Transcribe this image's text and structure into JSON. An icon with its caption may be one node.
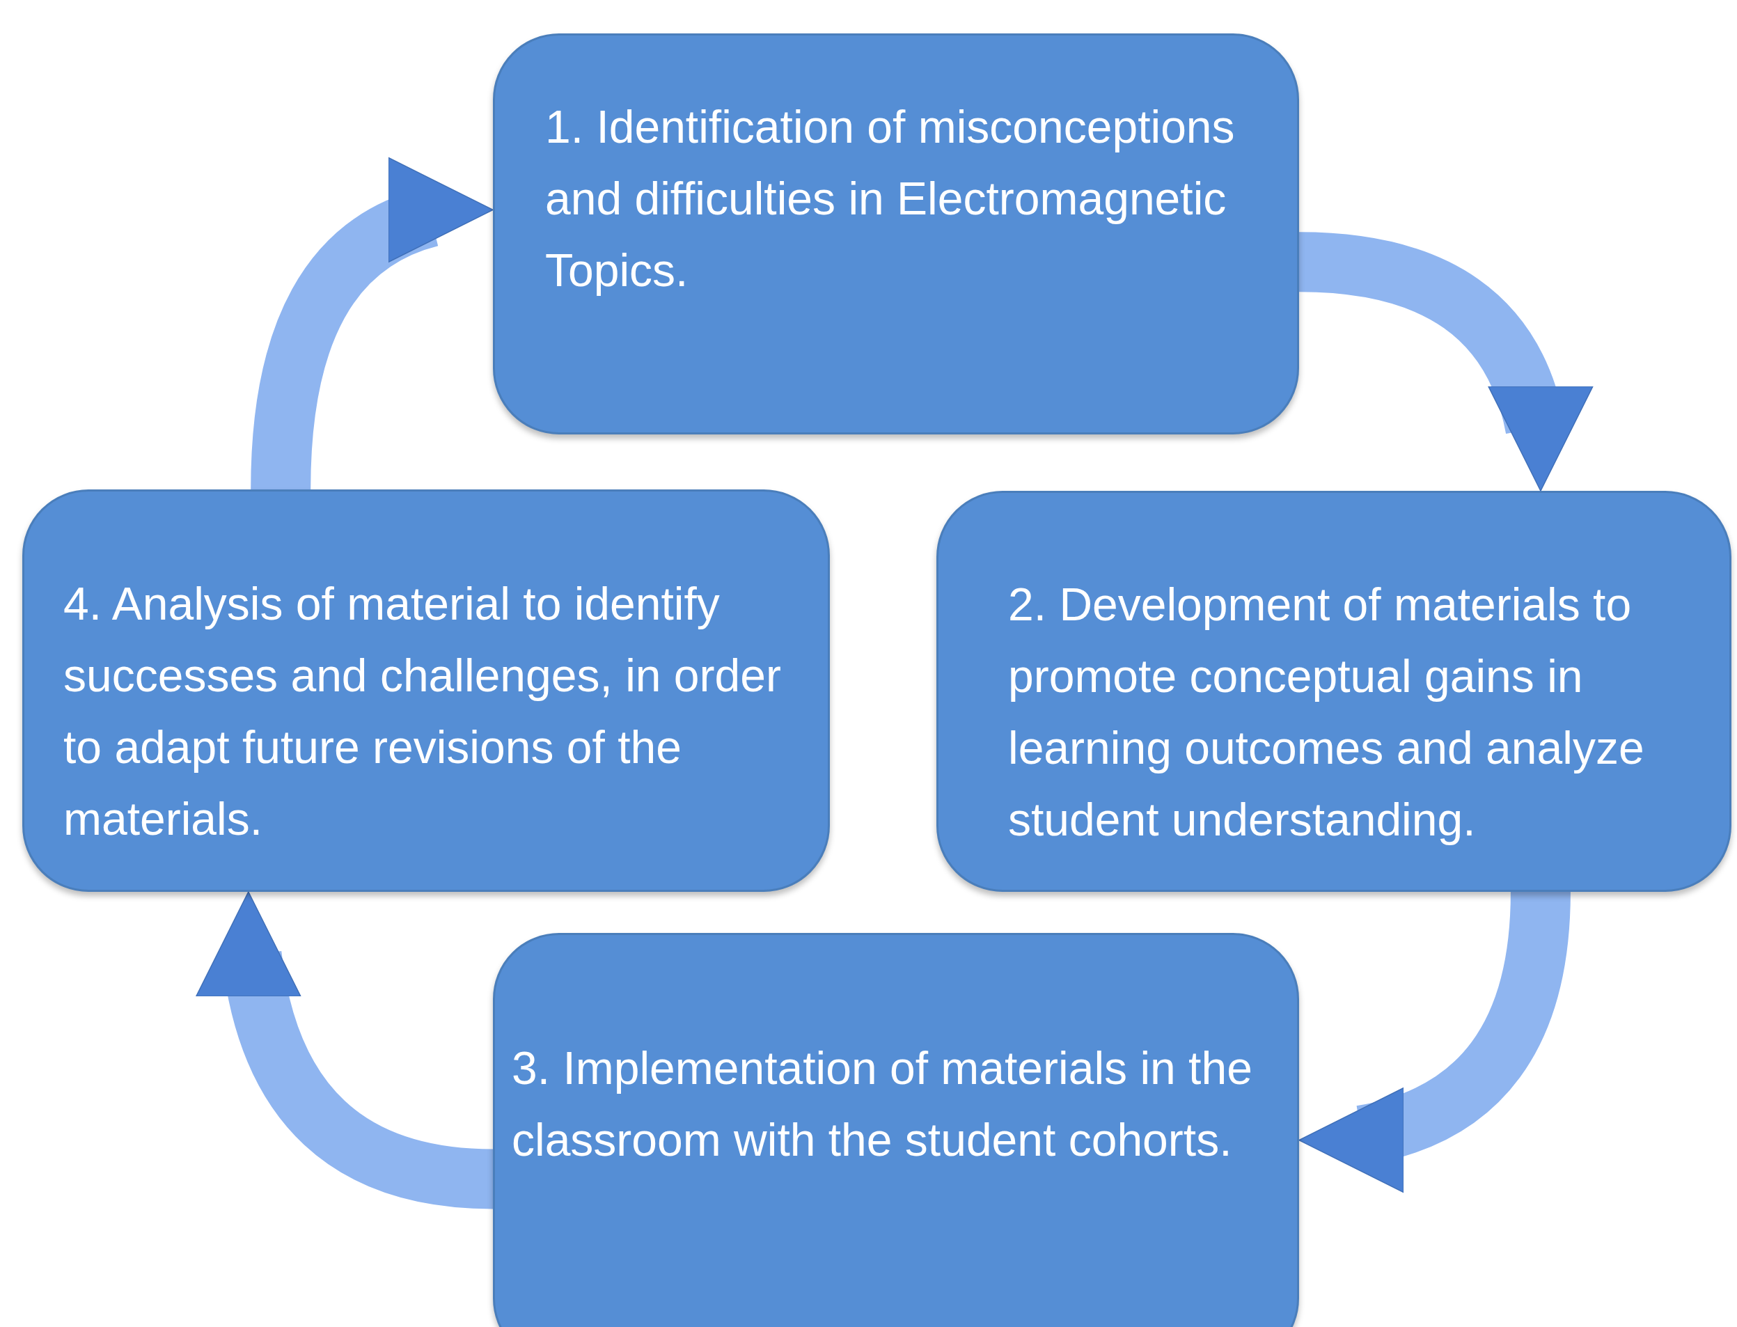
{
  "diagram": {
    "nodes": [
      {
        "text": [
          "1. Identification of misconceptions and difficulties in Electromagnetic Topics."
        ]
      },
      {
        "text": [
          "2. Development of materials to promote conceptual gains in learning outcomes and analyze student understanding."
        ]
      },
      {
        "text": [
          "3. Implementation of materials in the classroom with the student cohorts."
        ]
      },
      {
        "text": [
          "4. Analysis of material to identify successes and challenges, in order to adapt future revisions of the materials."
        ]
      }
    ],
    "edges": [
      {
        "from": 0,
        "to": 1,
        "arrow": "to"
      },
      {
        "from": 1,
        "to": 2,
        "arrow": "to"
      },
      {
        "from": 2,
        "to": 3,
        "arrow": "to"
      },
      {
        "from": 3,
        "to": 0,
        "arrow": "to"
      }
    ]
  }
}
